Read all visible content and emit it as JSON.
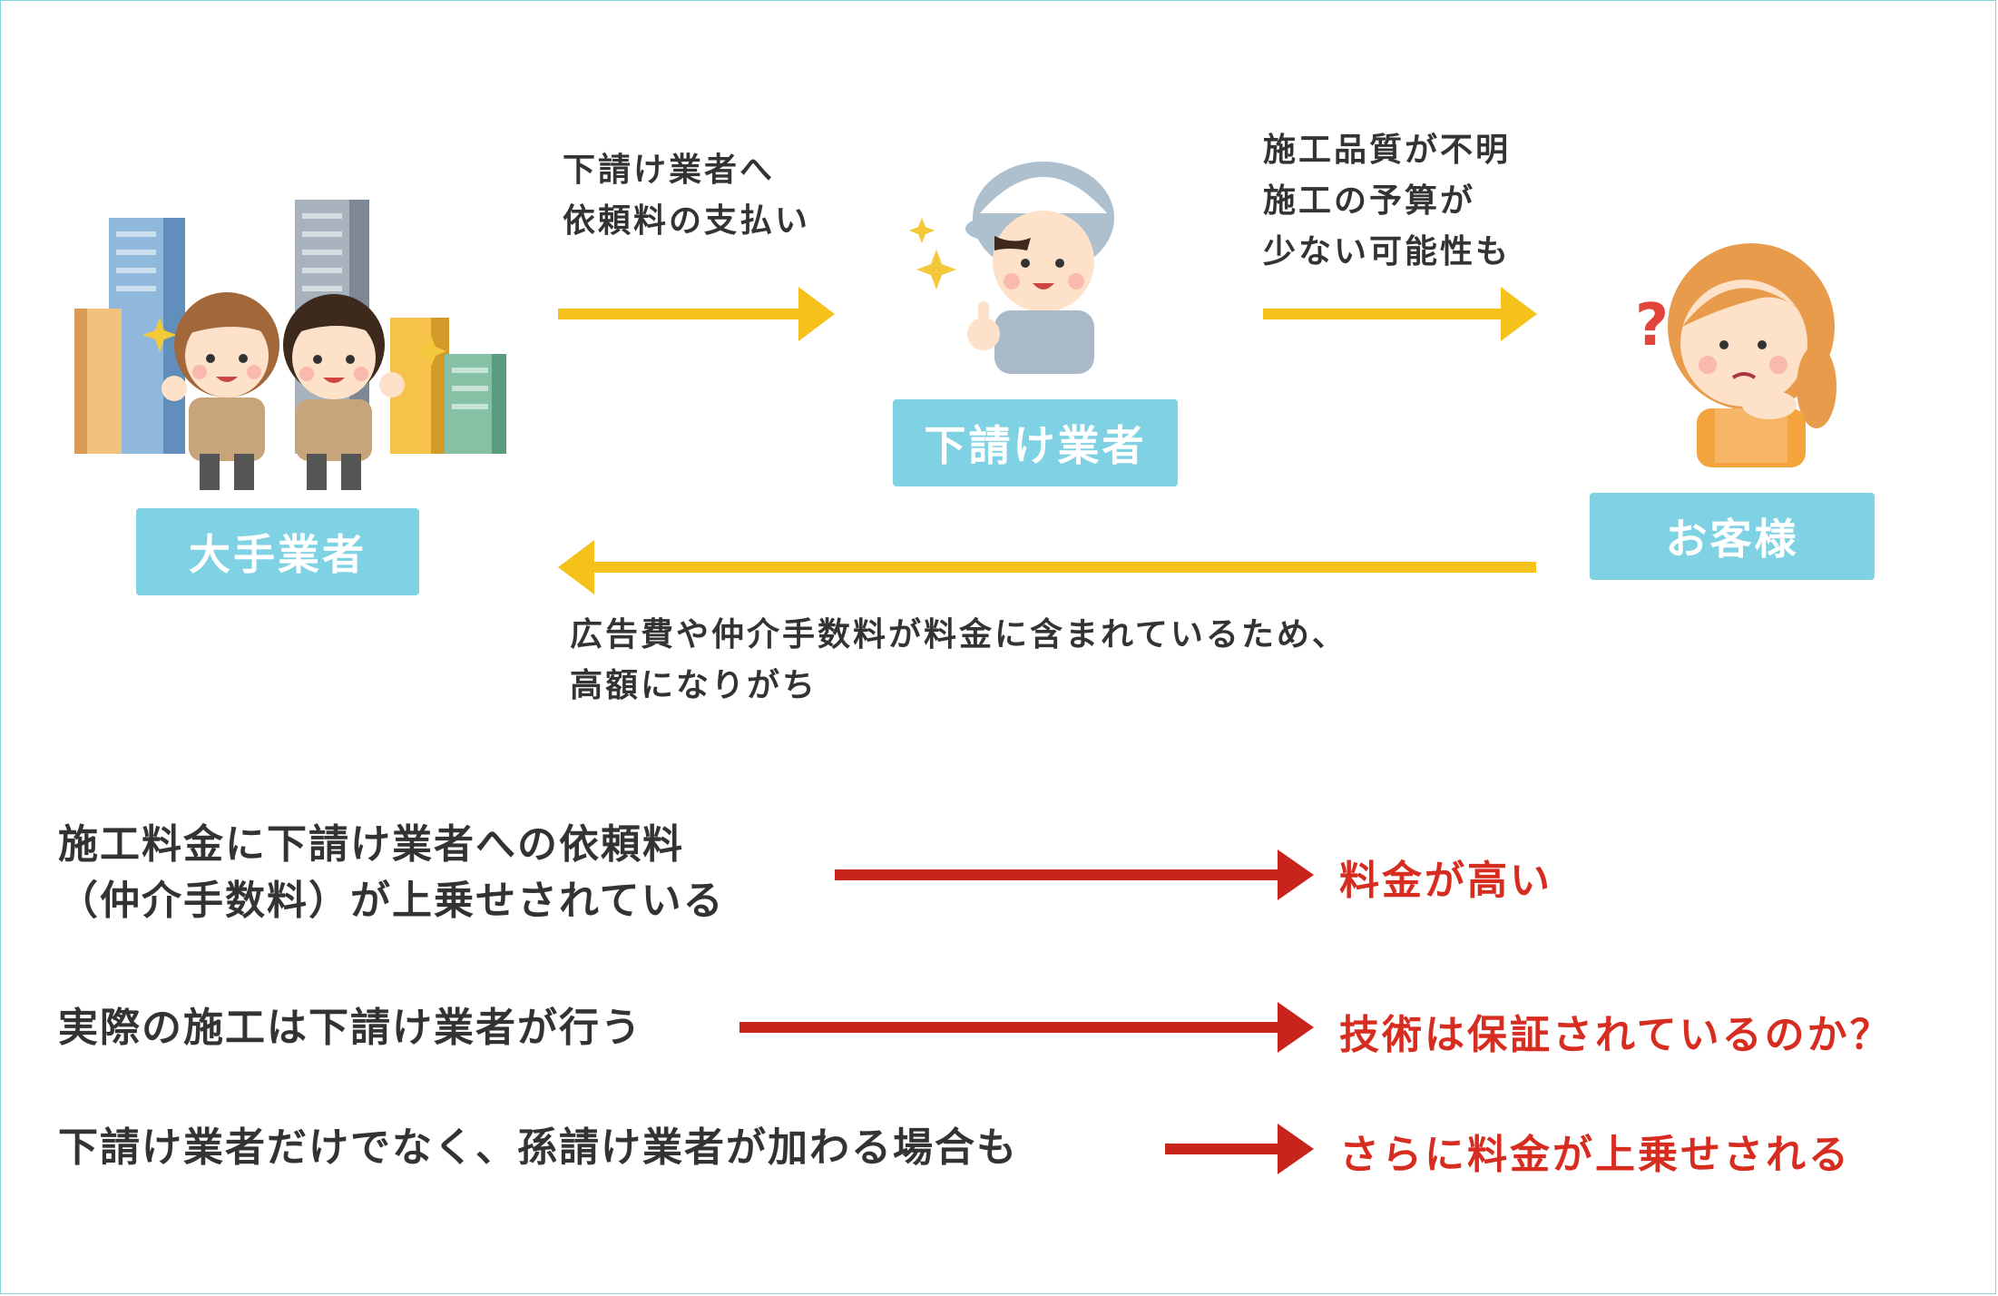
{
  "colors": {
    "label_bg": "#7ed2e3",
    "flow_arrow": "#f4c21a",
    "result_arrow": "#c8241b",
    "result_text": "#d62d20",
    "frame": "#88d4de"
  },
  "actors": {
    "big_contractor": {
      "label": "大手業者",
      "icon": "office-buildings-and-workers-illustration"
    },
    "subcontractor": {
      "label": "下請け業者",
      "icon": "worker-with-cap-illustration"
    },
    "customer": {
      "label": "お客様",
      "icon": "confused-customer-illustration"
    }
  },
  "flows": {
    "to_subcontractor": {
      "line1": "下請け業者へ",
      "line2": "依頼料の支払い"
    },
    "to_customer": {
      "line1": "施工品質が不明",
      "line2": "施工の予算が",
      "line3": "少ない可能性も"
    },
    "back_to_big": {
      "line1": "広告費や仲介手数料が料金に含まれているため、",
      "line2": "高額になりがち"
    }
  },
  "rows": [
    {
      "line1": "施工料金に下請け業者への依頼料",
      "line2": "（仲介手数料）が上乗せされている",
      "result": "料金が高い"
    },
    {
      "line1": "実際の施工は下請け業者が行う",
      "result": "技術は保証されているのか？"
    },
    {
      "line1": "下請け業者だけでなく、孫請け業者が加わる場合も",
      "result": "さらに料金が上乗せされる"
    }
  ]
}
